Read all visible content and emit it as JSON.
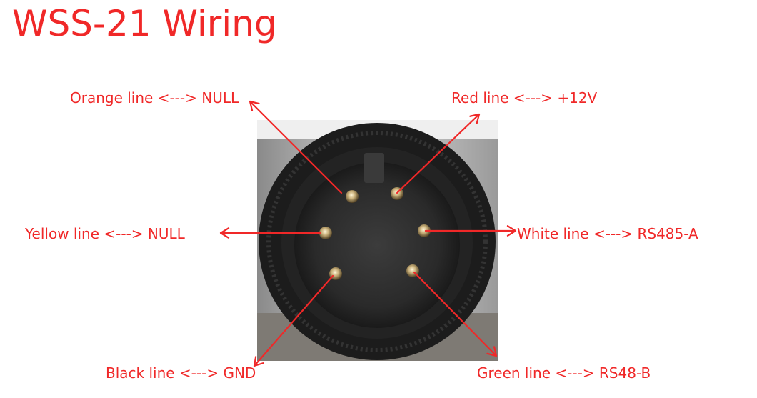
{
  "title": "WSS-21 Wiring",
  "accent_color": "#f02828",
  "connector_image": "circular-5-pin-connector-photo",
  "pins": [
    {
      "id": "orange",
      "label": "Orange line <---> NULL"
    },
    {
      "id": "red",
      "label": "Red line <---> +12V"
    },
    {
      "id": "yellow",
      "label": "Yellow line <---> NULL"
    },
    {
      "id": "white",
      "label": "White line <---> RS485-A"
    },
    {
      "id": "black",
      "label": "Black line <---> GND"
    },
    {
      "id": "green",
      "label": "Green line <---> RS48-B"
    }
  ]
}
